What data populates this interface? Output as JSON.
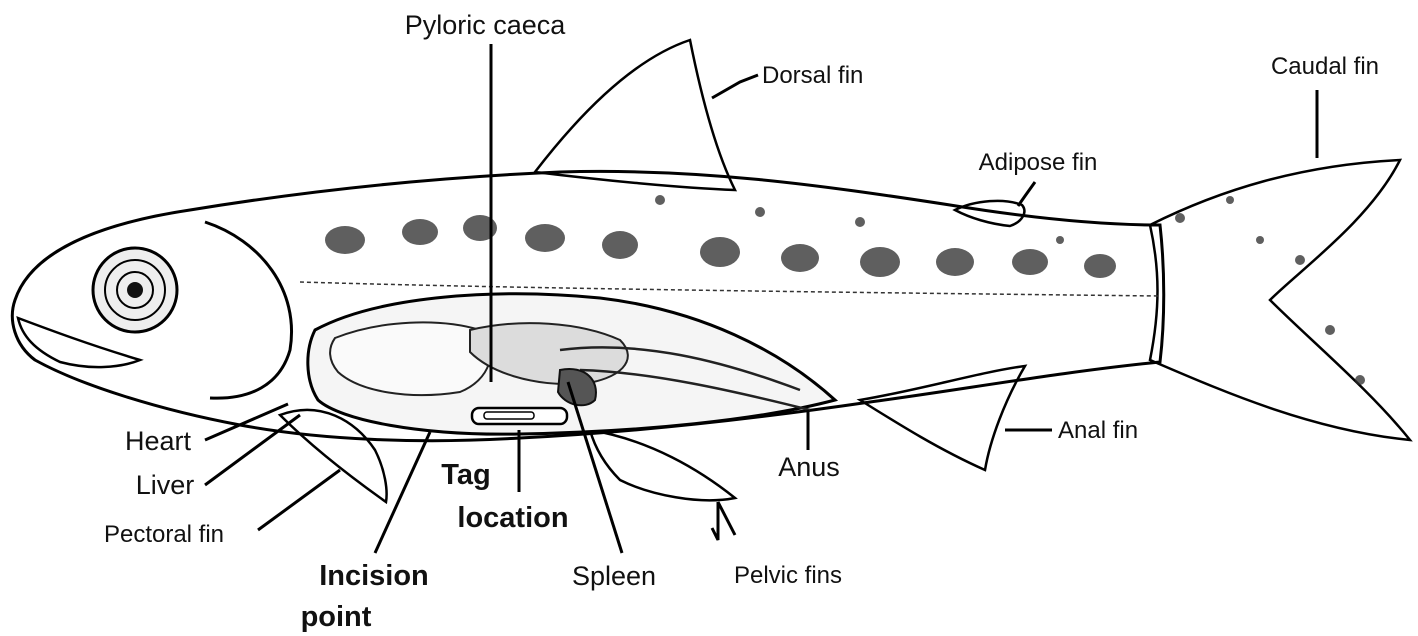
{
  "labels": {
    "pyloric_caeca": "Pyloric caeca",
    "dorsal_fin": "Dorsal fin",
    "caudal_fin": "Caudal fin",
    "adipose_fin": "Adipose fin",
    "anal_fin": "Anal fin",
    "anus": "Anus",
    "pelvic_fins": "Pelvic fins",
    "spleen": "Spleen",
    "tag_location_line1": "Tag",
    "tag_location_line2": "location",
    "incision_point_line1": "Incision",
    "incision_point_line2": "point",
    "pectoral_fin": "Pectoral fin",
    "liver": "Liver",
    "heart": "Heart"
  },
  "colors": {
    "ink": "#111111",
    "body_fill": "#d9d9d9",
    "background": "#ffffff"
  }
}
